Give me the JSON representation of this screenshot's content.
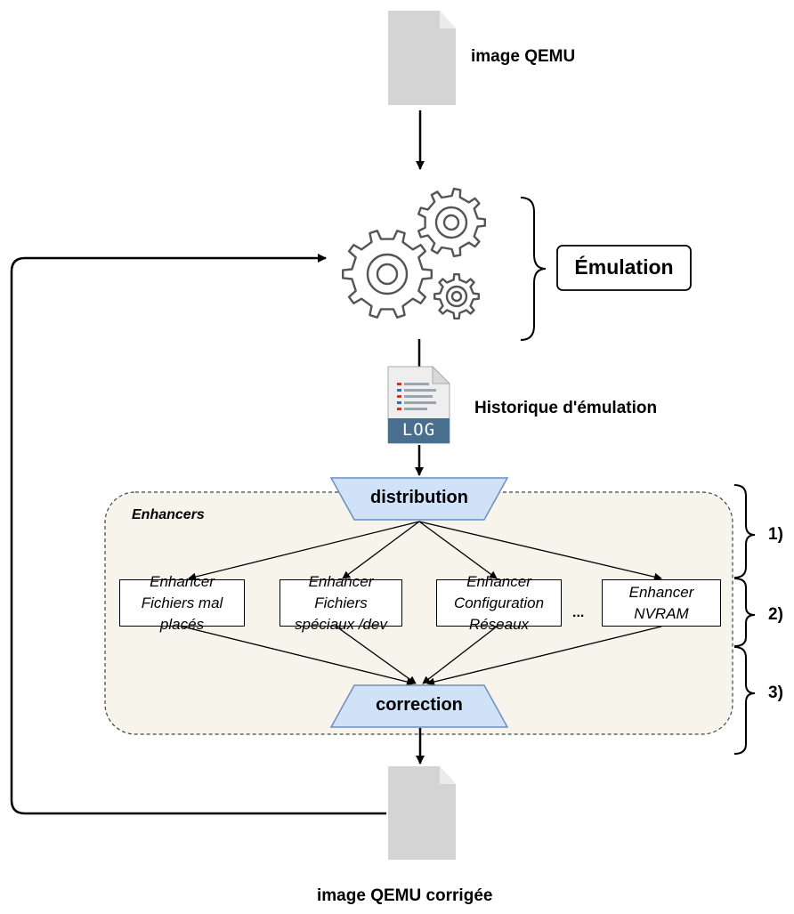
{
  "input_image_label": "image QEMU",
  "emulation_label": "Émulation",
  "log_badge": "LOG",
  "log_label": "Historique d'émulation",
  "distribution_label": "distribution",
  "enhancers_group_label": "Enhancers",
  "enhancers": [
    {
      "line1": "Enhancer",
      "line2": "Fichiers mal",
      "line3": "placés"
    },
    {
      "line1": "Enhancer",
      "line2": "Fichiers",
      "line3": "spéciaux /dev"
    },
    {
      "line1": "Enhancer",
      "line2": "Configuration",
      "line3": "Réseaux"
    },
    {
      "line1": "Enhancer",
      "line2": "NVRAM",
      "line3": ""
    }
  ],
  "ellipsis": "...",
  "correction_label": "correction",
  "output_image_label": "image QEMU corrigée",
  "steps": [
    "1)",
    "2)",
    "3)"
  ],
  "colors": {
    "file_gray": "#d4d4d4",
    "file_fold": "#ebebeb",
    "gear_stroke": "#555555",
    "trapezoid_fill": "#cfe2f7",
    "trapezoid_stroke": "#6c8ebf",
    "group_fill": "#f7f4ec",
    "log_blue": "#4a6e8e"
  }
}
